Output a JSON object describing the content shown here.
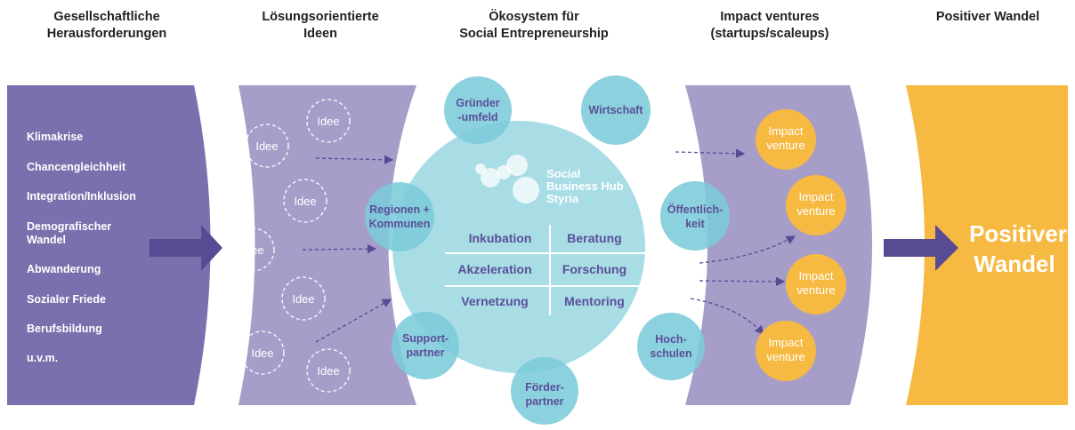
{
  "headers": {
    "challenges": "Gesellschaftliche\nHerausforderungen",
    "ideas": "Lösungsorientierte\nIdeen",
    "ecosystem": "Ökosystem für\nSocial Entrepreneurship",
    "ventures": "Impact ventures\n(startups/scaleups)",
    "change": "Positiver Wandel"
  },
  "challenges": [
    "Klimakrise",
    "Chancengleichheit",
    "Integration/Inklusion",
    "Demografischer",
    "Wandel",
    "Abwanderung",
    "Sozialer Friede",
    "Berufsbildung",
    "u.v.m."
  ],
  "idea_label": "Idee",
  "logo": {
    "line1": "Social",
    "line2": "Business Hub",
    "line3": "Styria"
  },
  "services": [
    "Inkubation",
    "Beratung",
    "Akzeleration",
    "Forschung",
    "Vernetzung",
    "Mentoring"
  ],
  "satellites": {
    "gruender": [
      "Gründer",
      "-umfeld"
    ],
    "wirtschaft": [
      "Wirtschaft"
    ],
    "regionen": [
      "Regionen +",
      "Kommunen"
    ],
    "oeffentlichkeit": [
      "Öffentlich-",
      "keit"
    ],
    "support": [
      "Support-",
      "partner"
    ],
    "hochschulen": [
      "Hoch-",
      "schulen"
    ],
    "foerder": [
      "Förder-",
      "partner"
    ]
  },
  "venture_label": [
    "Impact",
    "venture"
  ],
  "change_label": [
    "Positiver",
    "Wandel"
  ],
  "colors": {
    "purple_dark": "#7c6fad",
    "purple_light": "#a69dc9",
    "arrow": "#594a94",
    "teal": "#7ccbd9",
    "teal_light": "#a8dde6",
    "service_text": "#5b4e98",
    "orange": "#f6b942"
  }
}
